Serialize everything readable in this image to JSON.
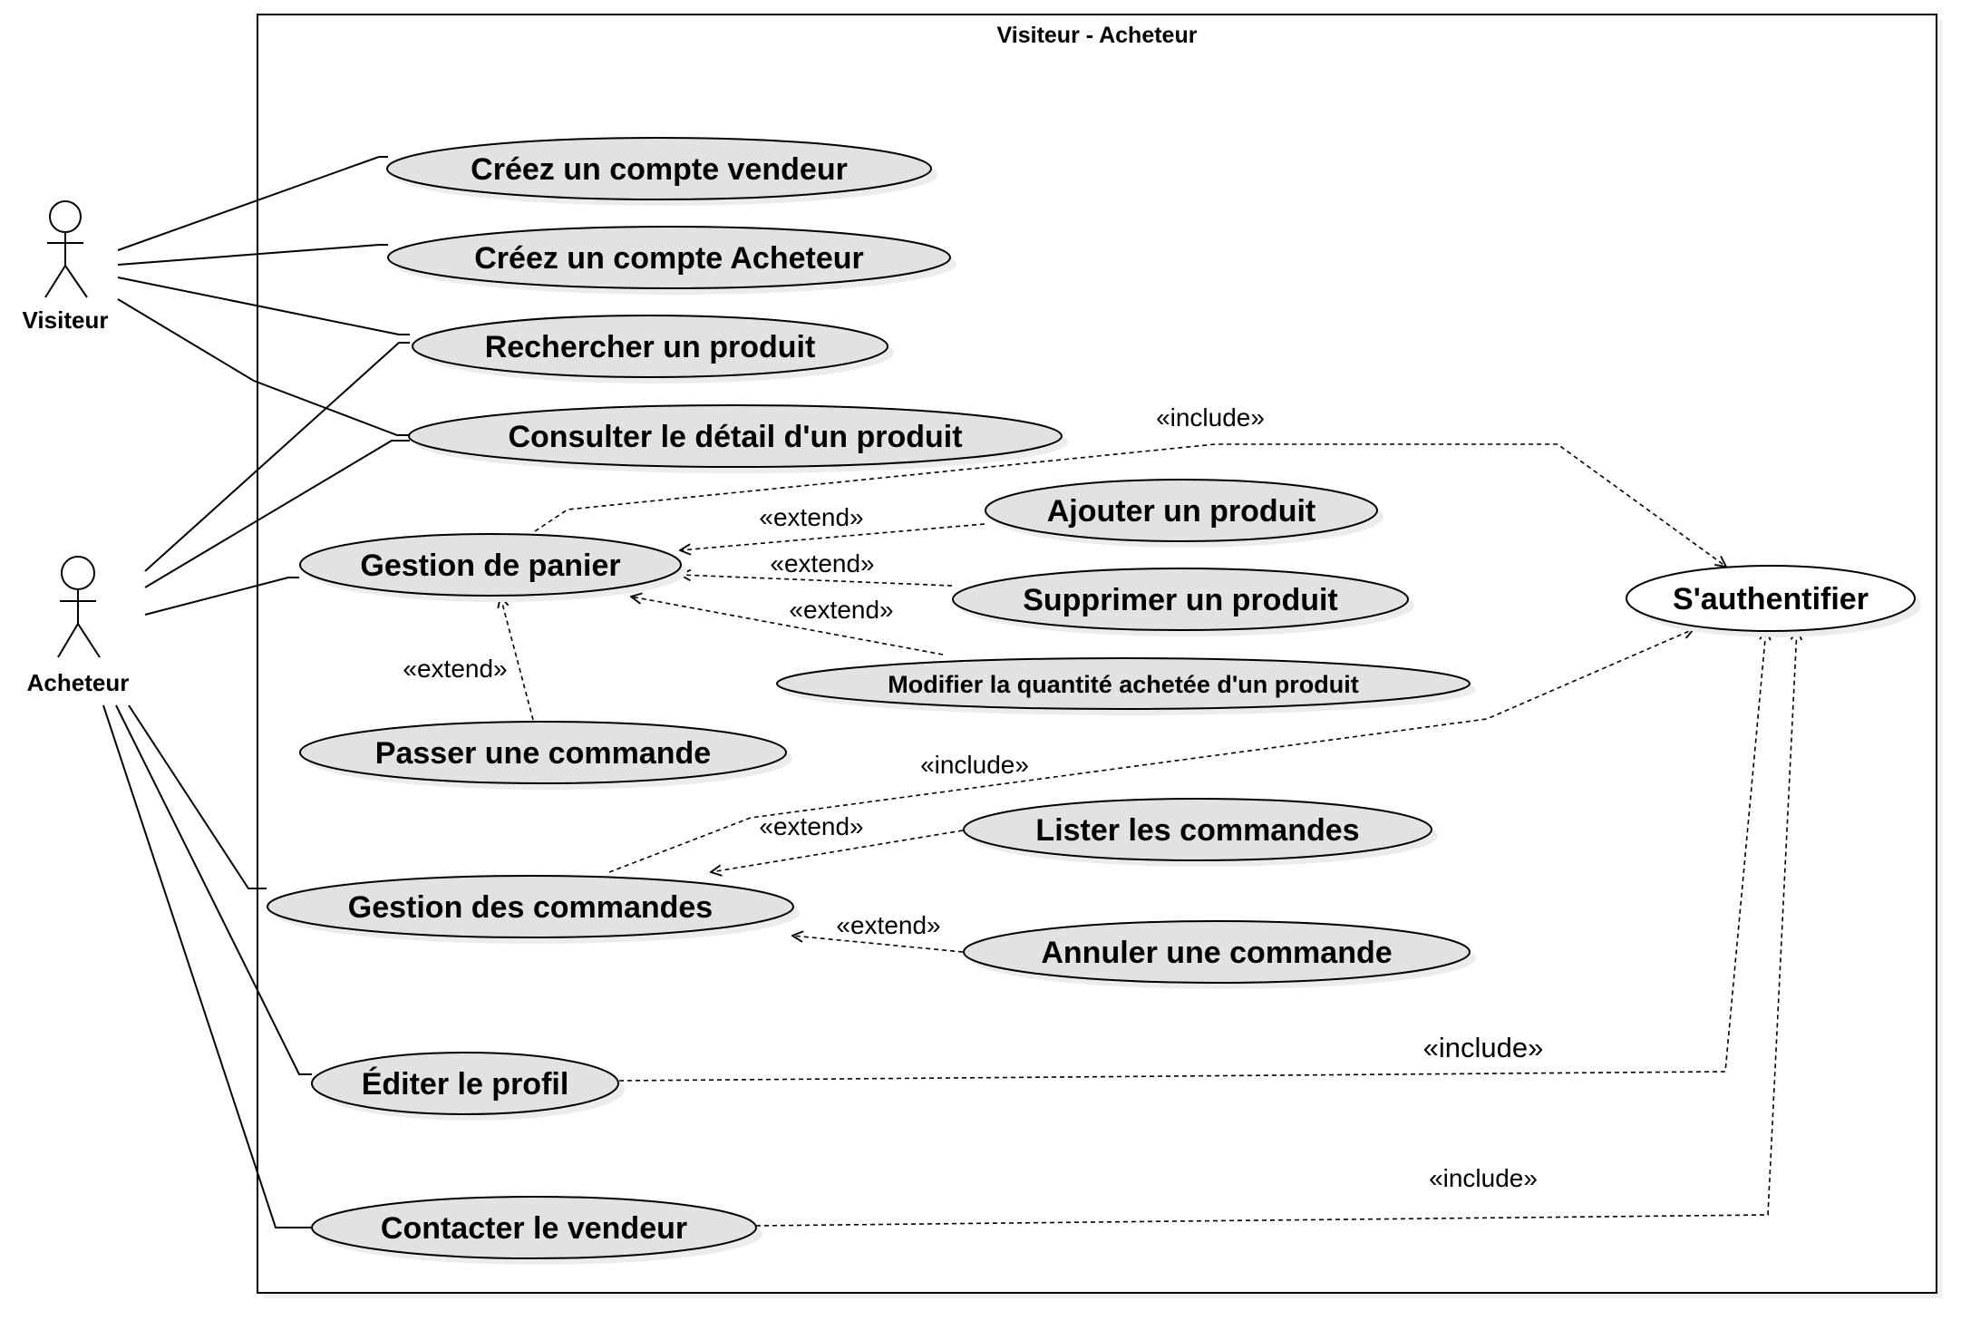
{
  "system": {
    "title": "Visiteur - Acheteur"
  },
  "actors": {
    "visiteur": "Visiteur",
    "acheteur": "Acheteur"
  },
  "use_cases": {
    "creer_vendeur": "Créez un compte vendeur",
    "creer_acheteur": "Créez un compte Acheteur",
    "rechercher": "Rechercher un produit",
    "consulter": "Consulter le détail d'un produit",
    "panier": "Gestion de panier",
    "ajouter": "Ajouter un produit",
    "supprimer": "Supprimer un produit",
    "modifier_qte": "Modifier la quantité achetée d'un produit",
    "passer_commande": "Passer une commande",
    "lister": "Lister les commandes",
    "gestion_commandes": "Gestion des commandes",
    "annuler": "Annuler une commande",
    "editer_profil": "Éditer le profil",
    "contacter": "Contacter le vendeur",
    "authentifier": "S'authentifier"
  },
  "relations": {
    "include_panier": "«include»",
    "extend_ajouter": "«extend»",
    "extend_supprimer": "«extend»",
    "extend_modifier": "«extend»",
    "extend_passer": "«extend»",
    "include_commandes": "«include»",
    "extend_lister": "«extend»",
    "extend_annuler": "«extend»",
    "include_profil": "«include»",
    "include_contacter": "«include»"
  }
}
